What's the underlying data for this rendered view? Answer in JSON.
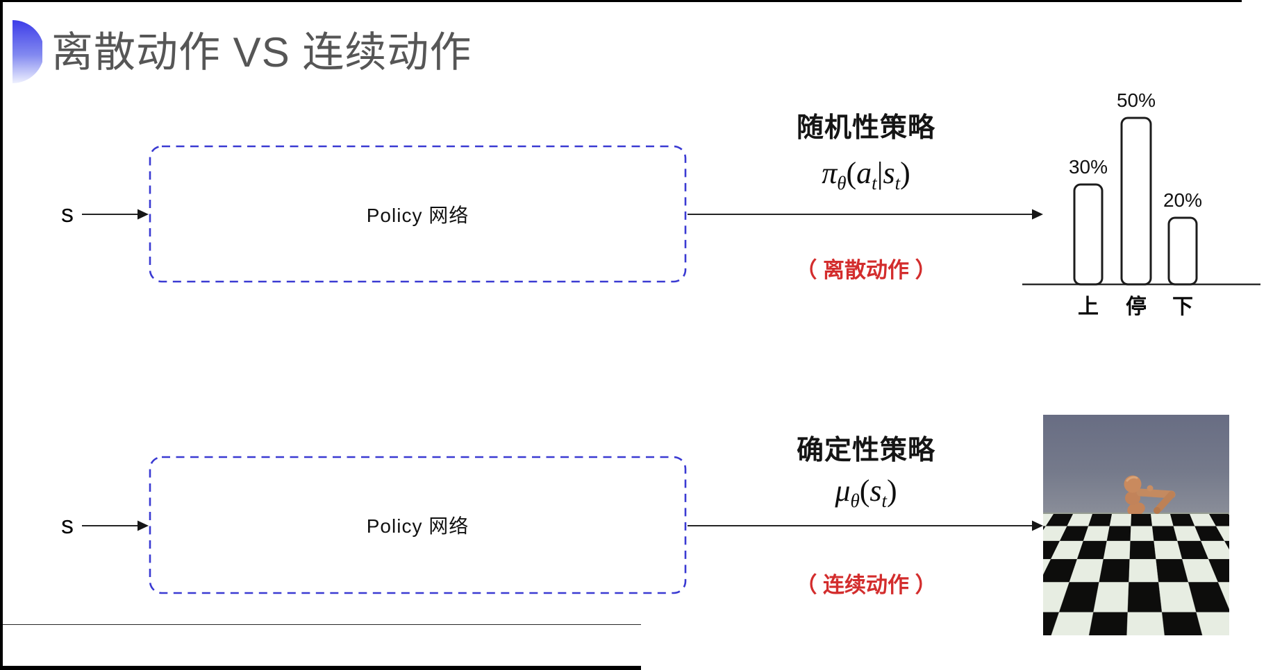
{
  "title": "离散动作 VS 连续动作",
  "rows": [
    {
      "input_label": "s",
      "box_label": "Policy 网络",
      "policy_name": "随机性策略",
      "formula": [
        [
          "π",
          "it"
        ],
        [
          "θ",
          "sub"
        ],
        [
          "(",
          ""
        ],
        [
          "a",
          "it"
        ],
        [
          "t",
          "sub"
        ],
        [
          "|",
          ""
        ],
        [
          "s",
          "it"
        ],
        [
          "t",
          "sub"
        ],
        [
          ")",
          ""
        ]
      ],
      "note": "（ 离散动作 ）"
    },
    {
      "input_label": "s",
      "box_label": "Policy 网络",
      "policy_name": "确定性策略",
      "formula": [
        [
          "μ",
          "it"
        ],
        [
          "θ",
          "sub"
        ],
        [
          "(",
          ""
        ],
        [
          "s",
          "it"
        ],
        [
          "t",
          "sub"
        ],
        [
          ")",
          ""
        ]
      ],
      "note": "（ 连续动作 ）"
    }
  ],
  "chart_data": {
    "type": "bar",
    "title": "",
    "xlabel": "",
    "ylabel": "",
    "categories": [
      "上",
      "停",
      "下"
    ],
    "values": [
      30,
      50,
      20
    ],
    "labels": [
      "30%",
      "50%",
      "20%"
    ],
    "ylim": [
      0,
      60
    ],
    "grid": false,
    "legend": "none"
  },
  "colors": {
    "box_border_blue": "#3a3ad2",
    "note_red": "#d32d2d",
    "title_gray": "#565656",
    "arrow_black": "#232323",
    "sky_gray": "#6b7085",
    "robot_tan": "#c08055"
  }
}
